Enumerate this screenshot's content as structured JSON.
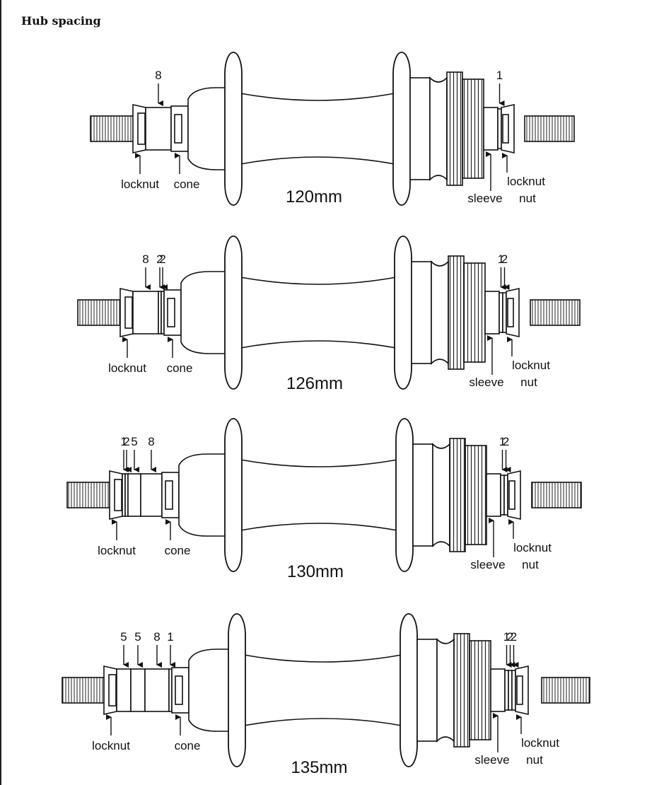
{
  "page": {
    "title": "Hub spacing"
  },
  "labels": {
    "locknut": "locknut",
    "cone": "cone",
    "sleeve": "sleeve",
    "nut": "nut"
  },
  "hubs": [
    {
      "width": "120mm",
      "left_spacers": [
        "8"
      ],
      "right_spacers": [
        "1"
      ]
    },
    {
      "width": "126mm",
      "left_spacers": [
        "8",
        "2",
        "2"
      ],
      "right_spacers": [
        "1",
        "2"
      ]
    },
    {
      "width": "130mm",
      "left_spacers": [
        "1",
        "2",
        "5",
        "8"
      ],
      "right_spacers": [
        "1",
        "2"
      ]
    },
    {
      "width": "135mm",
      "left_spacers": [
        "5",
        "5",
        "8",
        "1"
      ],
      "right_spacers": [
        "1",
        "2",
        "2"
      ]
    }
  ]
}
